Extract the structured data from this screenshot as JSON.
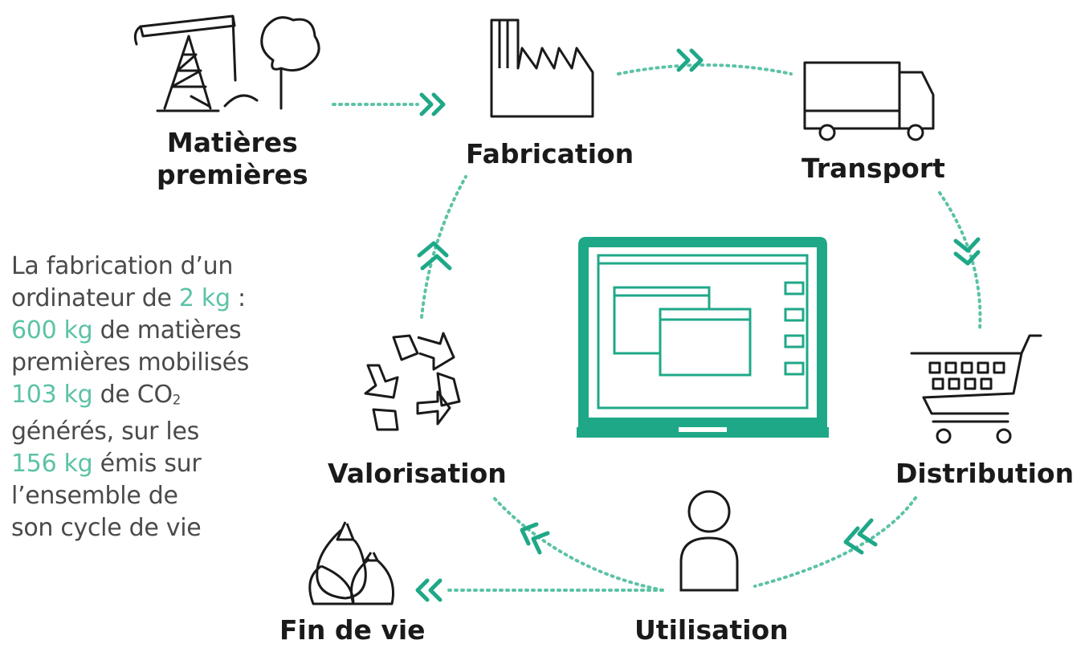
{
  "colors": {
    "accent": "#1fa888",
    "dotted": "#5cc2a6",
    "icon": "#1a1a1a",
    "text": "#4a4a4a"
  },
  "stages": {
    "raw_materials": {
      "line1": "Matières",
      "line2": "premières",
      "icon": "oil-pump-tree-icon"
    },
    "fabrication": {
      "label": "Fabrication",
      "icon": "factory-icon"
    },
    "transport": {
      "label": "Transport",
      "icon": "truck-icon"
    },
    "distribution": {
      "label": "Distribution",
      "icon": "shopping-cart-icon"
    },
    "utilisation": {
      "label": "Utilisation",
      "icon": "person-icon"
    },
    "valorisation": {
      "label": "Valorisation",
      "icon": "recycle-icon"
    },
    "end_of_life": {
      "label": "Fin de vie",
      "icon": "trash-bags-icon"
    }
  },
  "center_icon": "laptop-icon",
  "info": {
    "line1": "La fabrication d’un",
    "line2_pre": "ordinateur de ",
    "line2_value": "2 kg",
    "line2_post": " :",
    "line3_value": "600 kg",
    "line3_post": " de matières",
    "line4": "premières mobilisés",
    "line5_value": "103 kg",
    "line5_post": " de CO",
    "line5_sub": "2",
    "line6": "générés, sur les",
    "line7_value": "156 kg",
    "line7_post": " émis sur",
    "line8": "l’ensemble de",
    "line9": "son cycle de vie"
  }
}
